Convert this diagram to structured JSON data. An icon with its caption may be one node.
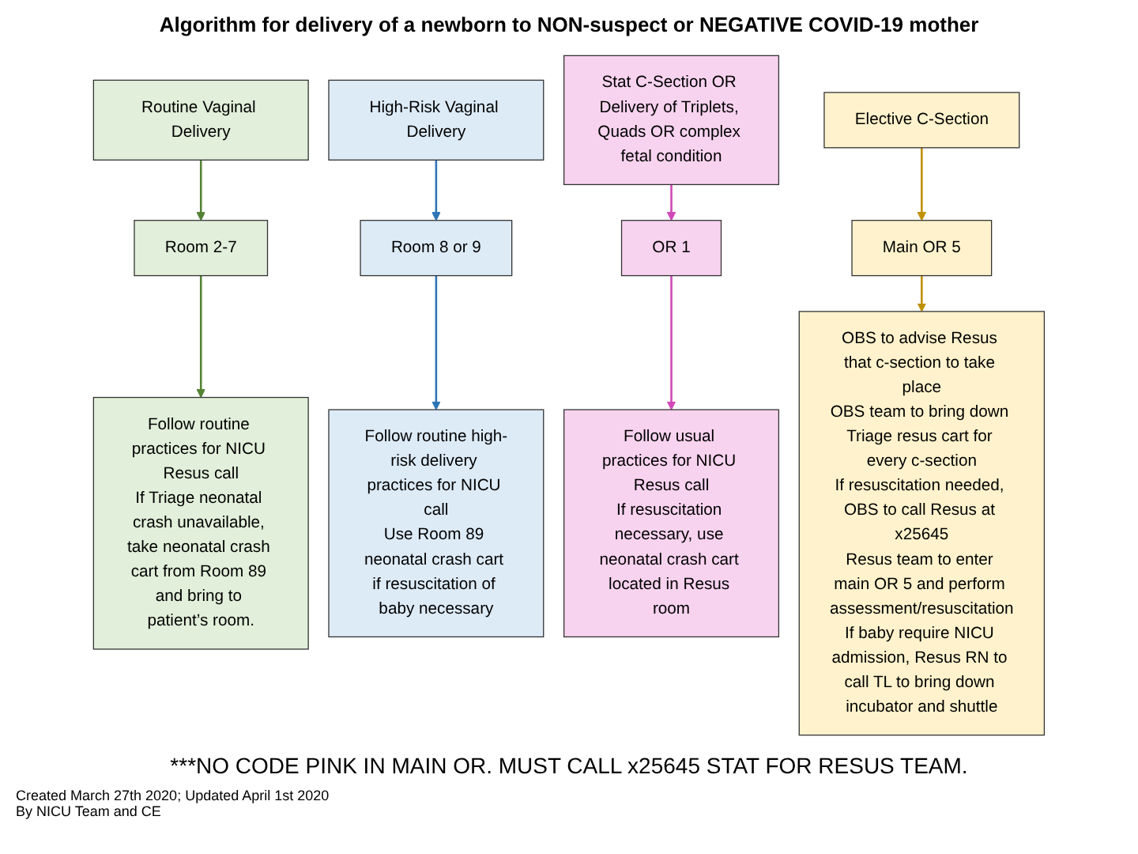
{
  "diagram": {
    "title": "Algorithm for delivery of a newborn to NON-suspect or NEGATIVE  COVID-19 mother",
    "nodes": [
      {
        "text": [
          "Routine Vaginal Delivery"
        ]
      },
      {
        "text": [
          "High-Risk Vaginal Delivery"
        ]
      },
      {
        "text": [
          "Stat C-Section OR Delivery of Triplets, Quads OR complex fetal condition"
        ]
      },
      {
        "text": [
          "Elective C-Section"
        ]
      },
      {
        "text": [
          "Room 2-7"
        ]
      },
      {
        "text": [
          "Room 8 or 9"
        ]
      },
      {
        "text": [
          "OR 1"
        ]
      },
      {
        "text": [
          "Main OR 5"
        ]
      },
      {
        "text": [
          "Follow routine practices for NICU Resus call",
          "If Triage neonatal crash unavailable, take neonatal crash cart from Room 89 and bring to patient’s room."
        ]
      },
      {
        "text": [
          "Follow routine high-risk delivery practices for NICU call",
          "Use Room 89 neonatal crash cart if resuscitation of baby necessary"
        ]
      },
      {
        "text": [
          "Follow usual practices for NICU Resus call",
          "If resuscitation necessary, use neonatal crash cart located in Resus room"
        ]
      },
      {
        "text": [
          "OBS to advise Resus that c-section to take place",
          "OBS team to bring down Triage resus cart for every c-section",
          "If resuscitation needed, OBS to call Resus at x25645",
          "Resus team to enter main OR 5 and perform assessment/resuscitation",
          "If baby require NICU admission, Resus RN to call TL to bring down incubator and shuttle"
        ]
      }
    ],
    "edges": [
      {
        "from": 0,
        "to": 4,
        "arrow": "to",
        "color": "#548235"
      },
      {
        "from": 1,
        "to": 5,
        "arrow": "to",
        "color": "#2e75b6"
      },
      {
        "from": 2,
        "to": 6,
        "arrow": "to",
        "color": "#d048b8"
      },
      {
        "from": 3,
        "to": 7,
        "arrow": "to",
        "color": "#bf9000"
      },
      {
        "from": 4,
        "to": 8,
        "arrow": "to",
        "color": "#548235"
      },
      {
        "from": 5,
        "to": 9,
        "arrow": "to",
        "color": "#2e75b6"
      },
      {
        "from": 6,
        "to": 10,
        "arrow": "to",
        "color": "#d048b8"
      },
      {
        "from": 7,
        "to": 11,
        "arrow": "to",
        "color": "#bf9000"
      }
    ],
    "labels": [
      "***NO CODE PINK IN MAIN OR. MUST CALL x25645 STAT FOR RESUS TEAM.",
      "Created March 27th 2020; Updated April 1st 2020",
      "By NICU Team and CE"
    ]
  }
}
